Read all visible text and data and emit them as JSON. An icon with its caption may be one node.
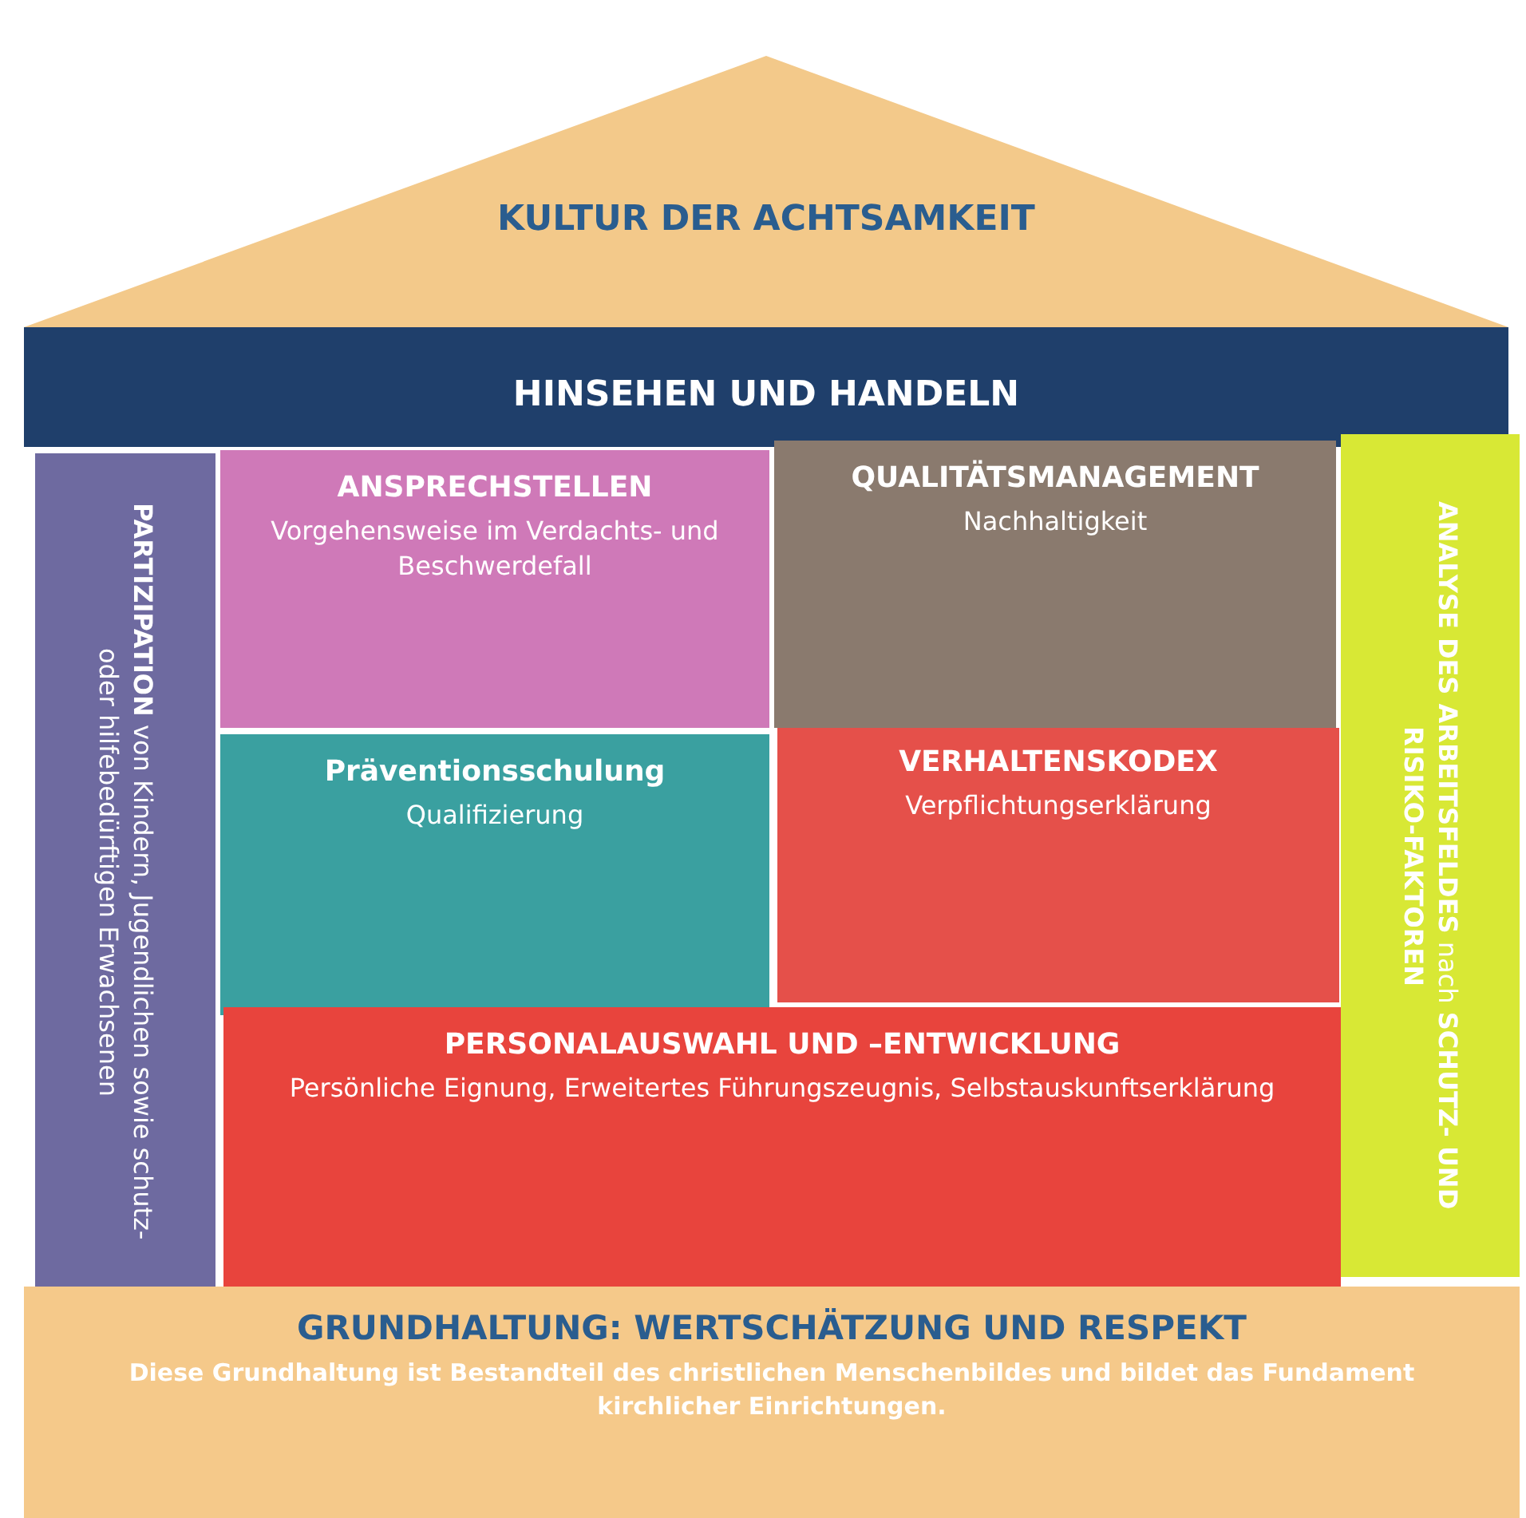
{
  "diagram": {
    "nodes": [
      {
        "text": [
          "KULTUR DER ACHTSAMKEIT"
        ]
      },
      {
        "text": [
          "HINSEHEN UND HANDELN"
        ]
      },
      {
        "text": [
          "**PARTIZIPATION** von Kindern, Jugendlichen sowie schutz- oder hilfebedürftigen Erwachsenen"
        ]
      },
      {
        "text": [
          "ANSPRECHSTELLEN",
          "Vorgehensweise im Verdachts- und Beschwerdefall"
        ]
      },
      {
        "text": [
          "QUALITÄTSMANAGEMENT",
          "Nachhaltigkeit"
        ]
      },
      {
        "text": [
          "Präventionsschulung",
          "Qualifizierung"
        ]
      },
      {
        "text": [
          "VERHALTENSKODEX",
          "Verpflichtungserklärung"
        ]
      },
      {
        "text": [
          "PERSONALAUSWAHL UND –ENTWICKLUNG",
          "Persönliche Eignung, Erweitertes Führungszeugnis, Selbstauskunftserklärung"
        ]
      },
      {
        "text": [
          "**ANALYSE DES ARBEITSFELDES** nach **SCHUTZ- UND RISIKO-FAKTOREN**"
        ]
      },
      {
        "text": [
          "GRUNDHALTUNG: WERTSCHÄTZUNG UND RESPEKT",
          "Diese Grundhaltung ist Bestandteil des christlichen Menschenbildes und bildet das Fundament kirchlicher Einrichtungen."
        ]
      }
    ]
  }
}
